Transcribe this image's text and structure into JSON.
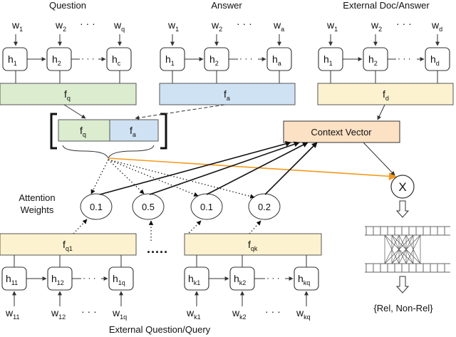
{
  "titles": {
    "question": "Question",
    "answer": "Answer",
    "external": "External Doc/Answer",
    "bottom": "External Question/Query"
  },
  "question": {
    "w": [
      "w",
      "w",
      "w"
    ],
    "w_sub": [
      "1",
      "2",
      "q"
    ],
    "h": [
      "h",
      "h",
      "h"
    ],
    "h_sub": [
      "1",
      "2",
      "c"
    ],
    "f": "f",
    "f_sub": "q"
  },
  "answer": {
    "w": [
      "w",
      "w",
      "w"
    ],
    "w_sub": [
      "1",
      "2",
      "a"
    ],
    "h": [
      "h",
      "h",
      "h"
    ],
    "h_sub": [
      "1",
      "2",
      "a"
    ],
    "f": "f",
    "f_sub": "a"
  },
  "external": {
    "w": [
      "w",
      "w",
      "w"
    ],
    "w_sub": [
      "1",
      "2",
      "d"
    ],
    "h": [
      "h",
      "h",
      "h"
    ],
    "h_sub": [
      "1",
      "2",
      "d"
    ],
    "f": "f",
    "f_sub": "d"
  },
  "concat": {
    "left": "f",
    "left_sub": "q",
    "right": "f",
    "right_sub": "a"
  },
  "context_vector": "Context Vector",
  "multiply": "X",
  "attention": {
    "label_line1": "Attention",
    "label_line2": "Weights",
    "weights": [
      "0.1",
      "0.5",
      "0.1",
      "0.2"
    ]
  },
  "ext_q1": {
    "f": "f",
    "f_sub": "q1",
    "h": [
      "h",
      "h",
      "h"
    ],
    "h_sub": [
      "11",
      "12",
      "1q"
    ],
    "w": [
      "w",
      "w",
      "w"
    ],
    "w_sub": [
      "11",
      "12",
      "1q"
    ]
  },
  "ext_qk": {
    "f": "f",
    "f_sub": "qk",
    "h": [
      "h",
      "h",
      "h"
    ],
    "h_sub": [
      "k1",
      "k2",
      "kq"
    ],
    "w": [
      "w",
      "w",
      "w"
    ],
    "w_sub": [
      "k1",
      "k2",
      "kq"
    ]
  },
  "output": "{Rel, Non-Rel}",
  "colors": {
    "green": "#dbeccf",
    "blue": "#cfe2f3",
    "yellow": "#fdf2cf",
    "orange_fill": "#fce1c4",
    "orange_edge": "#f39a1c"
  }
}
